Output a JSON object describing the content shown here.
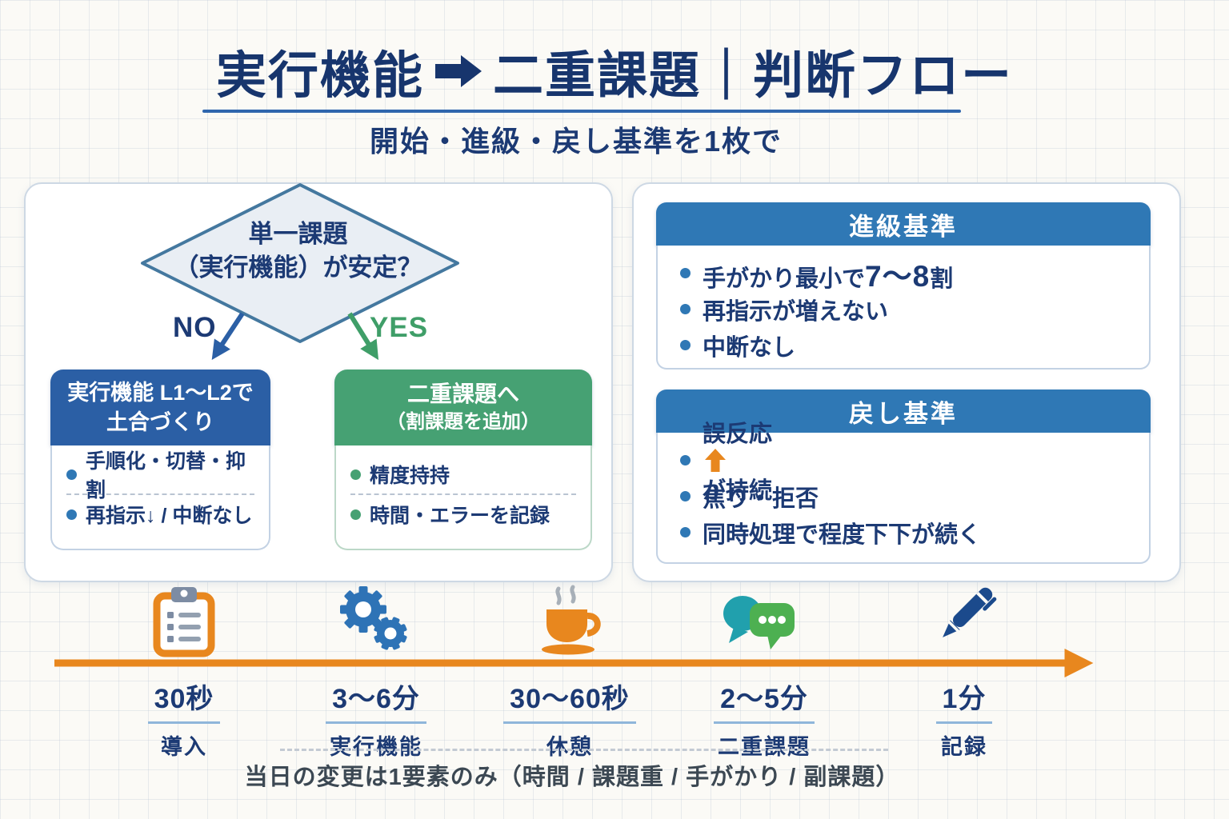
{
  "page": {
    "title_part1": "実行機能",
    "title_part2": "二重課題｜判断フロー",
    "subtitle": "開始・進級・戻し基準を1枚で",
    "note": "当日の変更は1要素のみ（時間 / 課題重 / 手がかり / 副課題）"
  },
  "flowchart": {
    "question_line1": "単一課題",
    "question_line2": "（実行機能）が安定？",
    "no_label": "NO",
    "yes_label": "YES",
    "no_box": {
      "title_line1": "実行機能 L1〜L2で",
      "title_line2": "土合づくり",
      "bullet1": "手順化・切替・抑割",
      "bullet2": "再指示↓ / 中断なし"
    },
    "yes_box": {
      "title_line1": "二重課題へ",
      "title_line2": "（割課題を追加）",
      "bullet1": "精度持持",
      "bullet2": "時間・エラーを記録"
    }
  },
  "criteria": {
    "promotion": {
      "title": "進級基準",
      "bullet1_pre": "手がかり最小で",
      "bullet1_big": "7〜8",
      "bullet1_post": "割",
      "bullet2": "再指示が増えない",
      "bullet3": "中断なし"
    },
    "revert": {
      "title": "戻し基準",
      "bullet1_pre": "誤反応",
      "bullet1_arrow": "up-arrow",
      "bullet1_post": "が持続",
      "bullet2": "焦り・拒否",
      "bullet3": "同時処理で程度下下が続く"
    }
  },
  "timeline": {
    "items": [
      {
        "icon": "clipboard-icon",
        "time": "30秒",
        "label": "導入"
      },
      {
        "icon": "gears-icon",
        "time": "3〜6分",
        "label": "実行機能"
      },
      {
        "icon": "coffee-icon",
        "time": "30〜60秒",
        "label": "休憩"
      },
      {
        "icon": "chat-icon",
        "time": "2〜5分",
        "label": "二重課題"
      },
      {
        "icon": "pen-icon",
        "time": "1分",
        "label": "記録"
      }
    ]
  },
  "colors": {
    "title_navy": "#17356d",
    "text_navy": "#1c3a74",
    "header_blue": "#2f78b5",
    "box_blue": "#2b5fa5",
    "box_green": "#46a173",
    "yes_green": "#3f9e68",
    "accent_orange": "#e8871e",
    "chat_teal": "#21a0ad",
    "chat_green": "#4db051",
    "icon_slate": "#7d8ca3",
    "note_slate": "#3c4853"
  }
}
